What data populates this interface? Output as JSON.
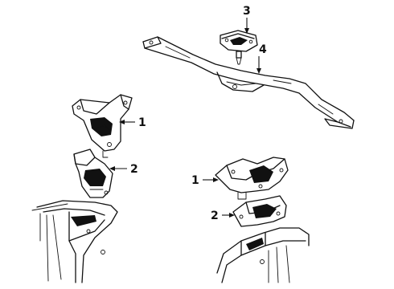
{
  "diagram": {
    "callouts": {
      "label_3": "3",
      "label_4": "4",
      "label_1_left": "1",
      "label_2_left": "2",
      "label_1_right": "1",
      "label_2_right": "2"
    },
    "colors": {
      "ink": "#111111",
      "background": "#ffffff"
    }
  }
}
